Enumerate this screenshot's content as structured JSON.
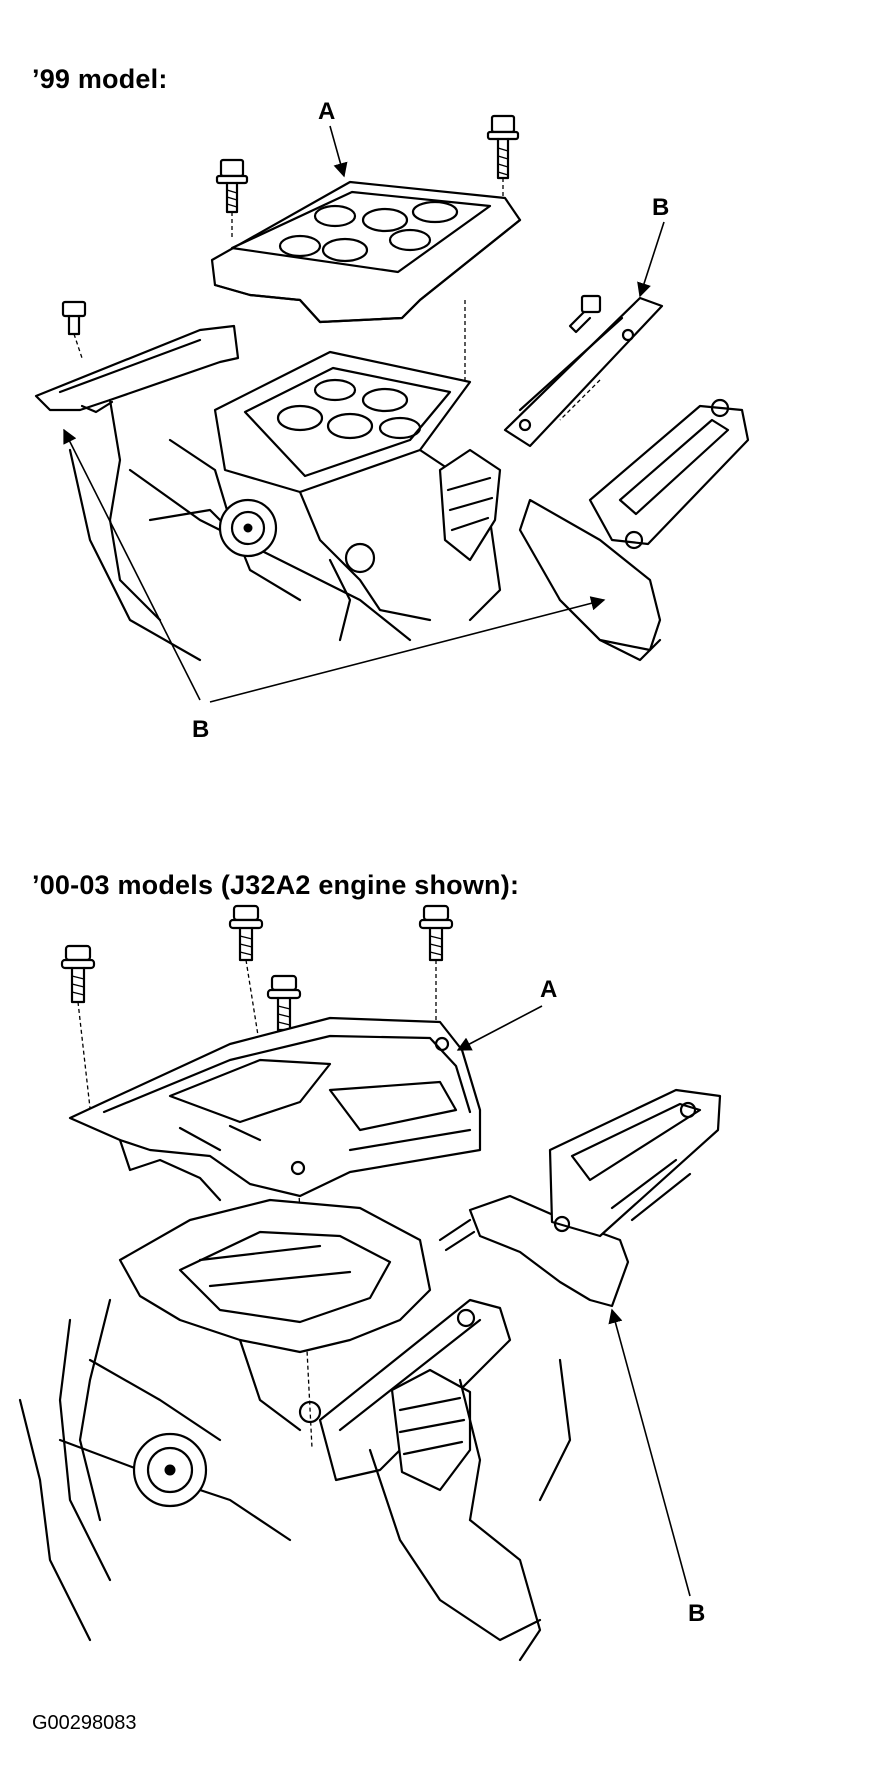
{
  "sections": [
    {
      "heading": "’99 model:",
      "callouts": {
        "cover": "A",
        "side_cover_upper": "B",
        "side_covers_lower": "B"
      }
    },
    {
      "heading": "’00-03 models (J32A2 engine shown):",
      "callouts": {
        "cover": "A",
        "side_cover": "B"
      }
    }
  ],
  "figure_id": "G00298083"
}
